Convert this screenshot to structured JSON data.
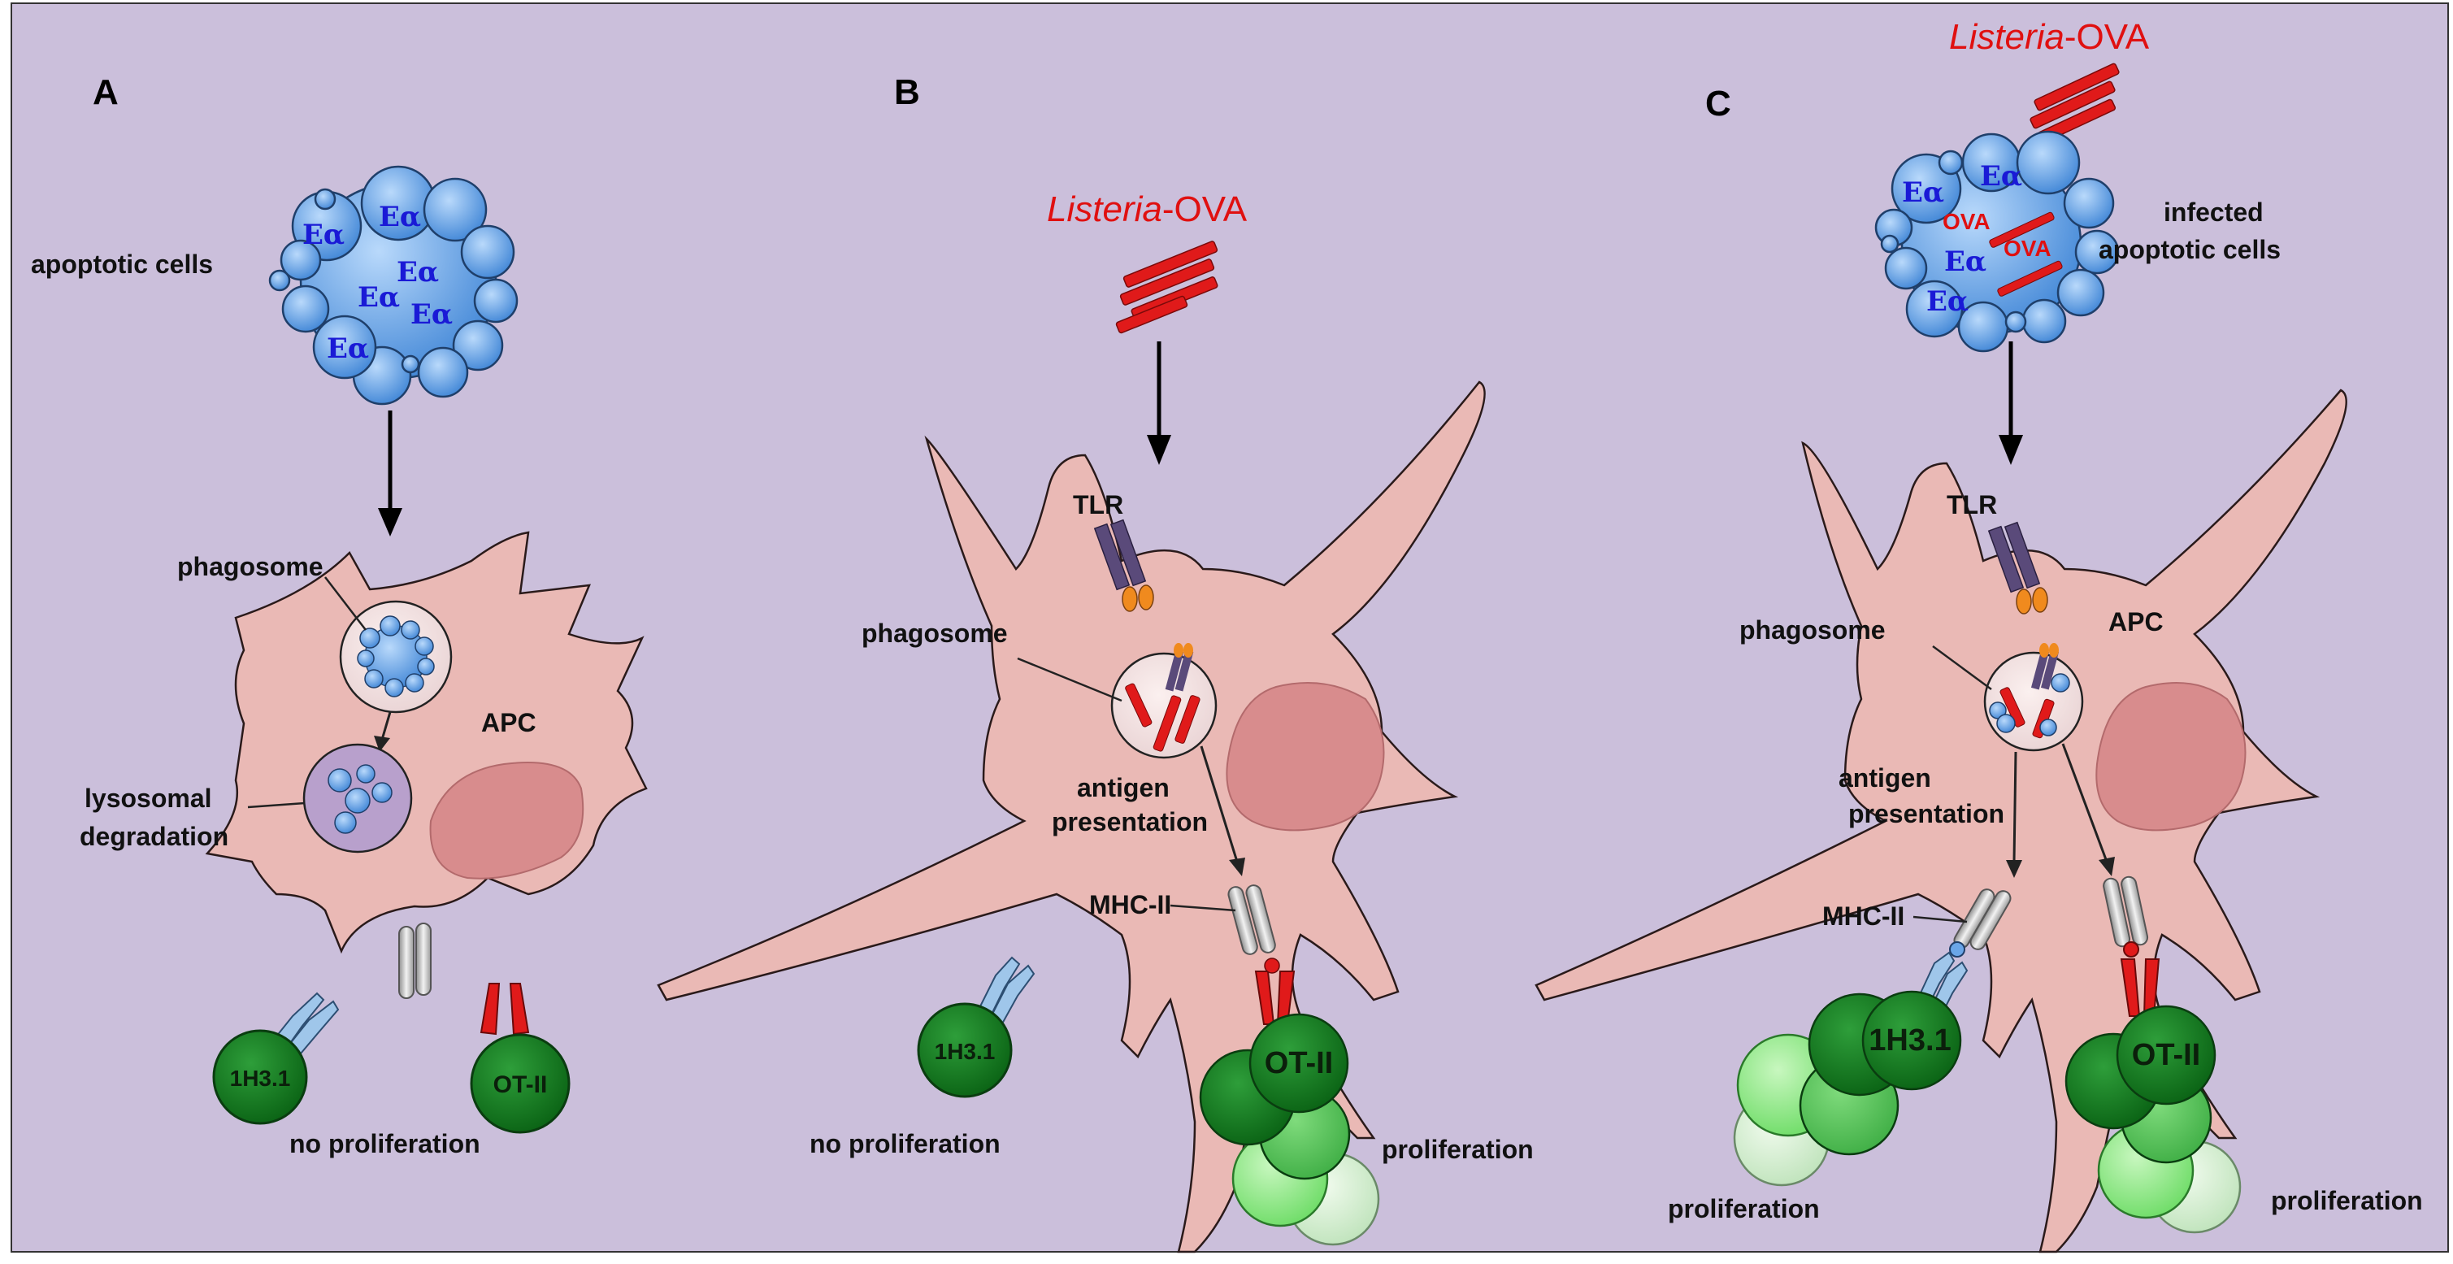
{
  "panels": {
    "a": {
      "letter": "A",
      "apoptotic_label": "apoptotic cells",
      "epitope": "Eα",
      "phagosome_label": "phagosome",
      "lysosomal_label_1": "lysosomal",
      "lysosomal_label_2": "degradation",
      "apc_label": "APC",
      "tcell_left": "1H3.1",
      "tcell_right": "OT-II",
      "outcome": "no proliferation"
    },
    "b": {
      "letter": "B",
      "listeria_italic": "Listeria",
      "listeria_suffix": "-OVA",
      "tlr_label": "TLR",
      "phagosome_label": "phagosome",
      "antigen_label_1": "antigen",
      "antigen_label_2": "presentation",
      "mhc_label": "MHC-II",
      "tcell_left": "1H3.1",
      "tcell_right": "OT-II",
      "outcome_left": "no proliferation",
      "outcome_right": "proliferation"
    },
    "c": {
      "letter": "C",
      "listeria_italic": "Listeria",
      "listeria_suffix": "-OVA",
      "infected_label_1": "infected",
      "infected_label_2": "apoptotic cells",
      "epitope": "Eα",
      "ova_label": "OVA",
      "tlr_label": "TLR",
      "phagosome_label": "phagosome",
      "apc_label": "APC",
      "antigen_label_1": "antigen",
      "antigen_label_2": "presentation",
      "mhc_label": "MHC-II",
      "tcell_left": "1H3.1",
      "tcell_right": "OT-II",
      "outcome_left": "proliferation",
      "outcome_right": "proliferation"
    }
  },
  "colors": {
    "background": "#cbbfdb",
    "apc_fill": "#eab9b5",
    "nucleus_fill": "#d88c8d",
    "apoptotic_fill": "#6aa6e8",
    "tcell_dark": "#0d7a1a",
    "bacteria": "#e01a1a",
    "tlr": "#5a4a7a",
    "tlr_tip": "#f08a1e"
  }
}
